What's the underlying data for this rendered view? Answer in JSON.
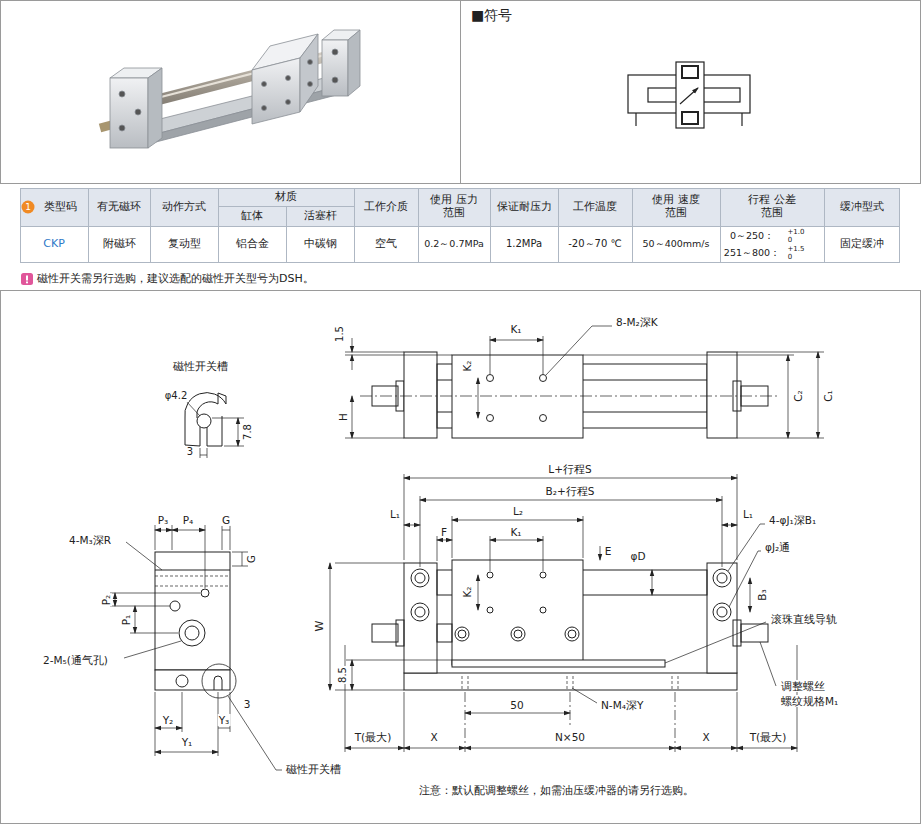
{
  "diagram": {
    "nodes": [
      {
        "text": [
          "■符号"
        ]
      }
    ],
    "labels": [
      "1",
      "类型码",
      "有无磁环",
      "动作方式",
      "材质",
      "缸体",
      "活塞杆",
      "工作介质",
      "使用 压力范围",
      "保证耐压力",
      "工作温度",
      "使用 速度范围",
      "行程 公差范围",
      "缓冲型式",
      "CKP",
      "附磁环",
      "复动型",
      "铝合金",
      "中碳钢",
      "空气",
      "0.2～0.7MPa",
      "1.2MPa",
      "-20～70 ℃",
      "50～400mm/s",
      "0～250：",
      "+1.0",
      "0",
      "251～800：",
      "+1.5",
      "0",
      "固定缓冲",
      "磁性开关需另行选购，建议选配的磁性开关型号为DSH。",
      "1.5",
      "K₁",
      "8-M₂深K",
      "K₂",
      "H",
      "C₂",
      "C₁",
      "磁性开关槽",
      "φ4.2",
      "7.8",
      "3",
      "L+行程S",
      "B₂+行程S",
      "L₁",
      "L₁",
      "L₂",
      "F",
      "K₁",
      "K₂",
      "E",
      "φD",
      "4-φJ₁深B₁",
      "φJ₂通",
      "B₃",
      "滚珠直线导轨",
      "W",
      "8.5",
      "50",
      "N-M₄深Y",
      "调整螺丝",
      "螺纹规格M₁",
      "T(最大)",
      "X",
      "N×50",
      "X",
      "T(最大)",
      "P₃",
      "P₄",
      "G",
      "4-M₃深R",
      "G",
      "P₂",
      "P₁",
      "2-M₅(通气孔)",
      "3",
      "Y₂",
      "Y₃",
      "Y₁",
      "磁性开关槽",
      "注意：默认配调整螺丝，如需油压缓冲器的请另行选购。"
    ]
  }
}
